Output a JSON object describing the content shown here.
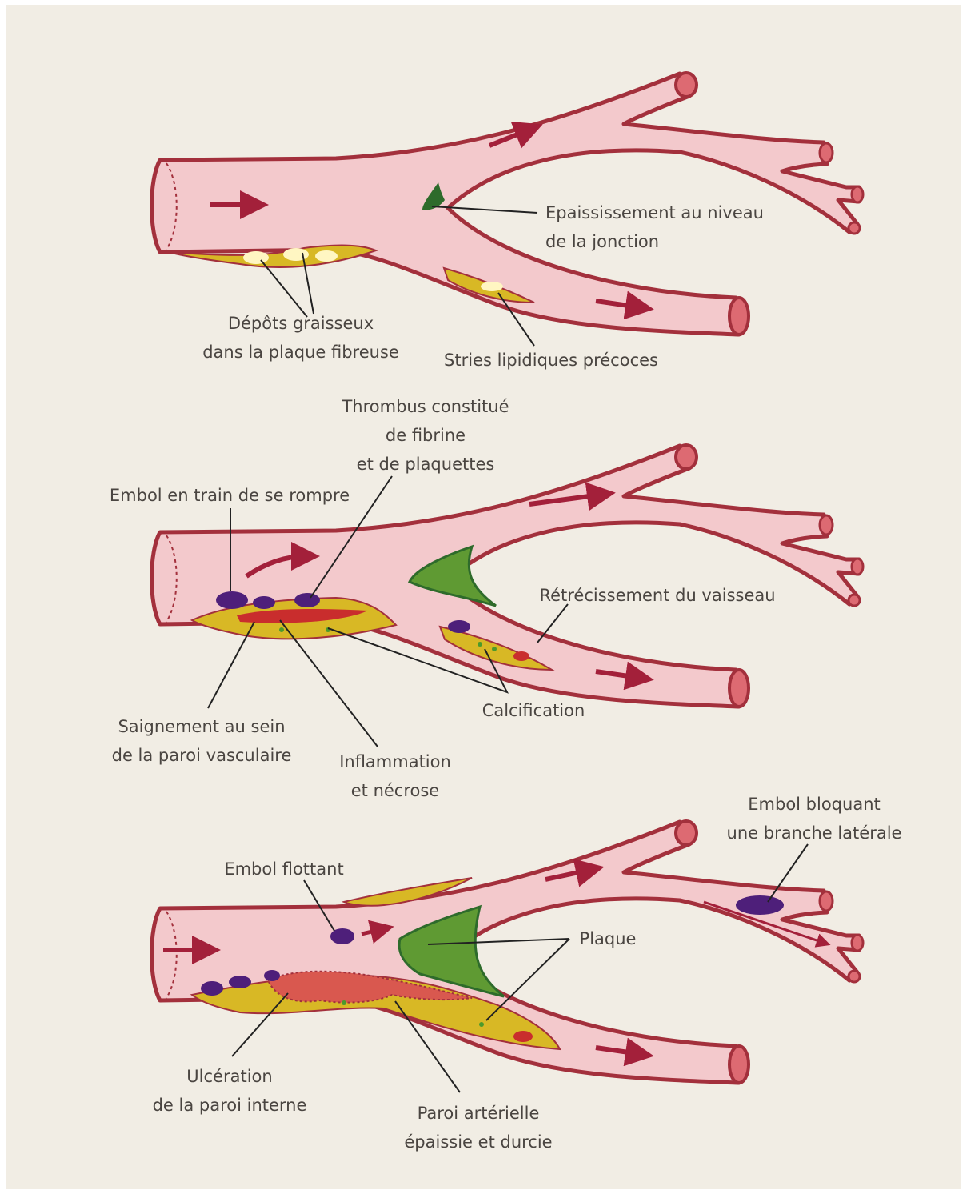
{
  "colors": {
    "background": "#f1ede4",
    "vessel_fill": "#f3c9cc",
    "vessel_wall": "#a3303c",
    "vessel_end": "#dd6a72",
    "arrow": "#a3203a",
    "fat": "#d8b825",
    "fat_highlight": "#fff6c2",
    "plaque_green": "#2e6b2b",
    "embolus": "#4e1f7a",
    "blood": "#c92d2d",
    "calcification": "#4c9a2c",
    "label_text": "#4a4541",
    "leader": "#222222"
  },
  "panel1": {
    "junction_thickening": "Epaississement au niveau\nde la jonction",
    "fatty_deposits": "Dépôts graisseux\ndans la plaque fibreuse",
    "early_lipid_streaks": "Stries lipidiques précoces"
  },
  "panel2": {
    "thrombus": "Thrombus constitué\nde fibrine\net de plaquettes",
    "embolus_breaking": "Embol en train de se rompre",
    "narrowing": "Rétrécissement du vaisseau",
    "bleeding": "Saignement au sein\nde la paroi vasculaire",
    "inflammation": "Inflammation\net nécrose",
    "calcification": "Calcification"
  },
  "panel3": {
    "blocking_embolus": "Embol bloquant\nune branche latérale",
    "floating_embolus": "Embol flottant",
    "plaque": "Plaque",
    "ulceration": "Ulcération\nde la paroi interne",
    "thickened_wall": "Paroi artérielle\népaissie et durcie"
  }
}
